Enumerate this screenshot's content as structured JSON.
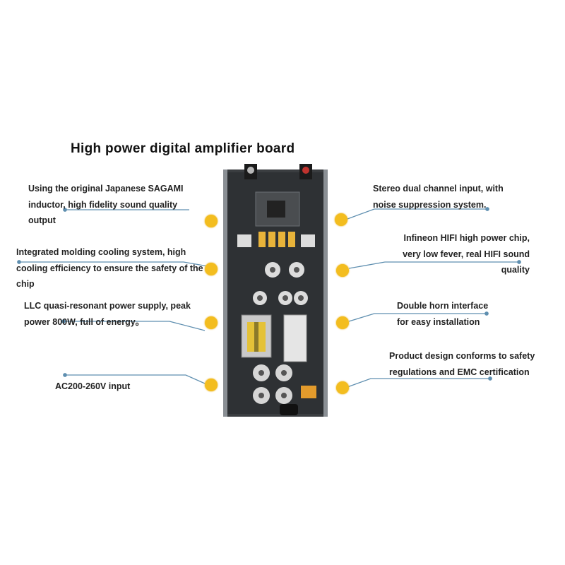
{
  "title": "High power digital amplifier board",
  "callouts": {
    "left": [
      {
        "lines": [
          "Using the original Japanese SAGAMI",
          "inductor, high fidelity sound quality",
          "output"
        ]
      },
      {
        "lines": [
          "Integrated molding cooling system, high",
          "cooling efficiency to ensure the safety of the",
          "chip"
        ]
      },
      {
        "lines": [
          "LLC quasi-resonant power supply, peak",
          "power 800W, full of energy。"
        ]
      },
      {
        "lines": [
          "AC200-260V  input"
        ]
      }
    ],
    "right": [
      {
        "lines": [
          "Stereo dual channel input, with",
          "noise suppression system."
        ]
      },
      {
        "lines": [
          "Infineon HIFI high power chip,",
          "very low fever, real HIFI sound",
          "quality"
        ]
      },
      {
        "lines": [
          "Double horn interface",
          "for easy installation"
        ]
      },
      {
        "lines": [
          "Product design conforms to safety",
          "regulations and EMC certification"
        ]
      }
    ]
  },
  "colors": {
    "marker": "#f3bd1f",
    "leader": "#5f8fb0",
    "board": "#3a3d40"
  }
}
